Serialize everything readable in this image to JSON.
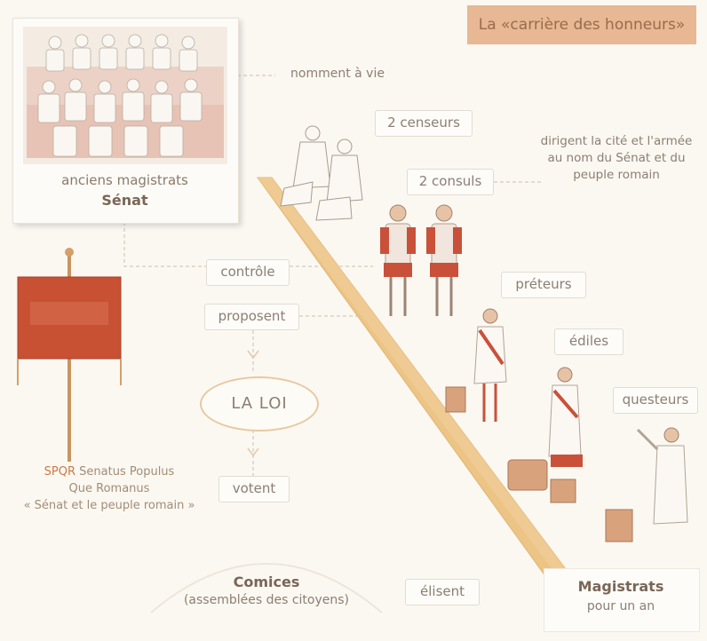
{
  "title": "La «carrière des honneurs»",
  "senate": {
    "line1": "anciens magistrats",
    "line2": "Sénat"
  },
  "labels": {
    "nomment": "nomment à vie",
    "censeurs": "2 censeurs",
    "consuls": "2 consuls",
    "consuls_desc": "dirigent la cité et l'armée au nom du Sénat et du peuple romain",
    "controle": "contrôle",
    "proposent": "proposent",
    "loi": "LA LOI",
    "votent": "votent",
    "preteurs": "préteurs",
    "ediles": "édiles",
    "questeurs": "questeurs",
    "elisent": "élisent"
  },
  "comices": {
    "title": "Comices",
    "subtitle": "(assemblées des citoyens)"
  },
  "magistrats": {
    "title": "Magistrats",
    "subtitle": "pour un an"
  },
  "spqr": {
    "abbr": "SPQR",
    "latin1": "Senatus Populus",
    "latin2": "Que Romanus",
    "french": "« Sénat et le peuple romain »"
  },
  "colors": {
    "banner": "#e7b893",
    "ramp": "#ecc486",
    "red": "#c9513a",
    "border": "#e2dcd2"
  }
}
